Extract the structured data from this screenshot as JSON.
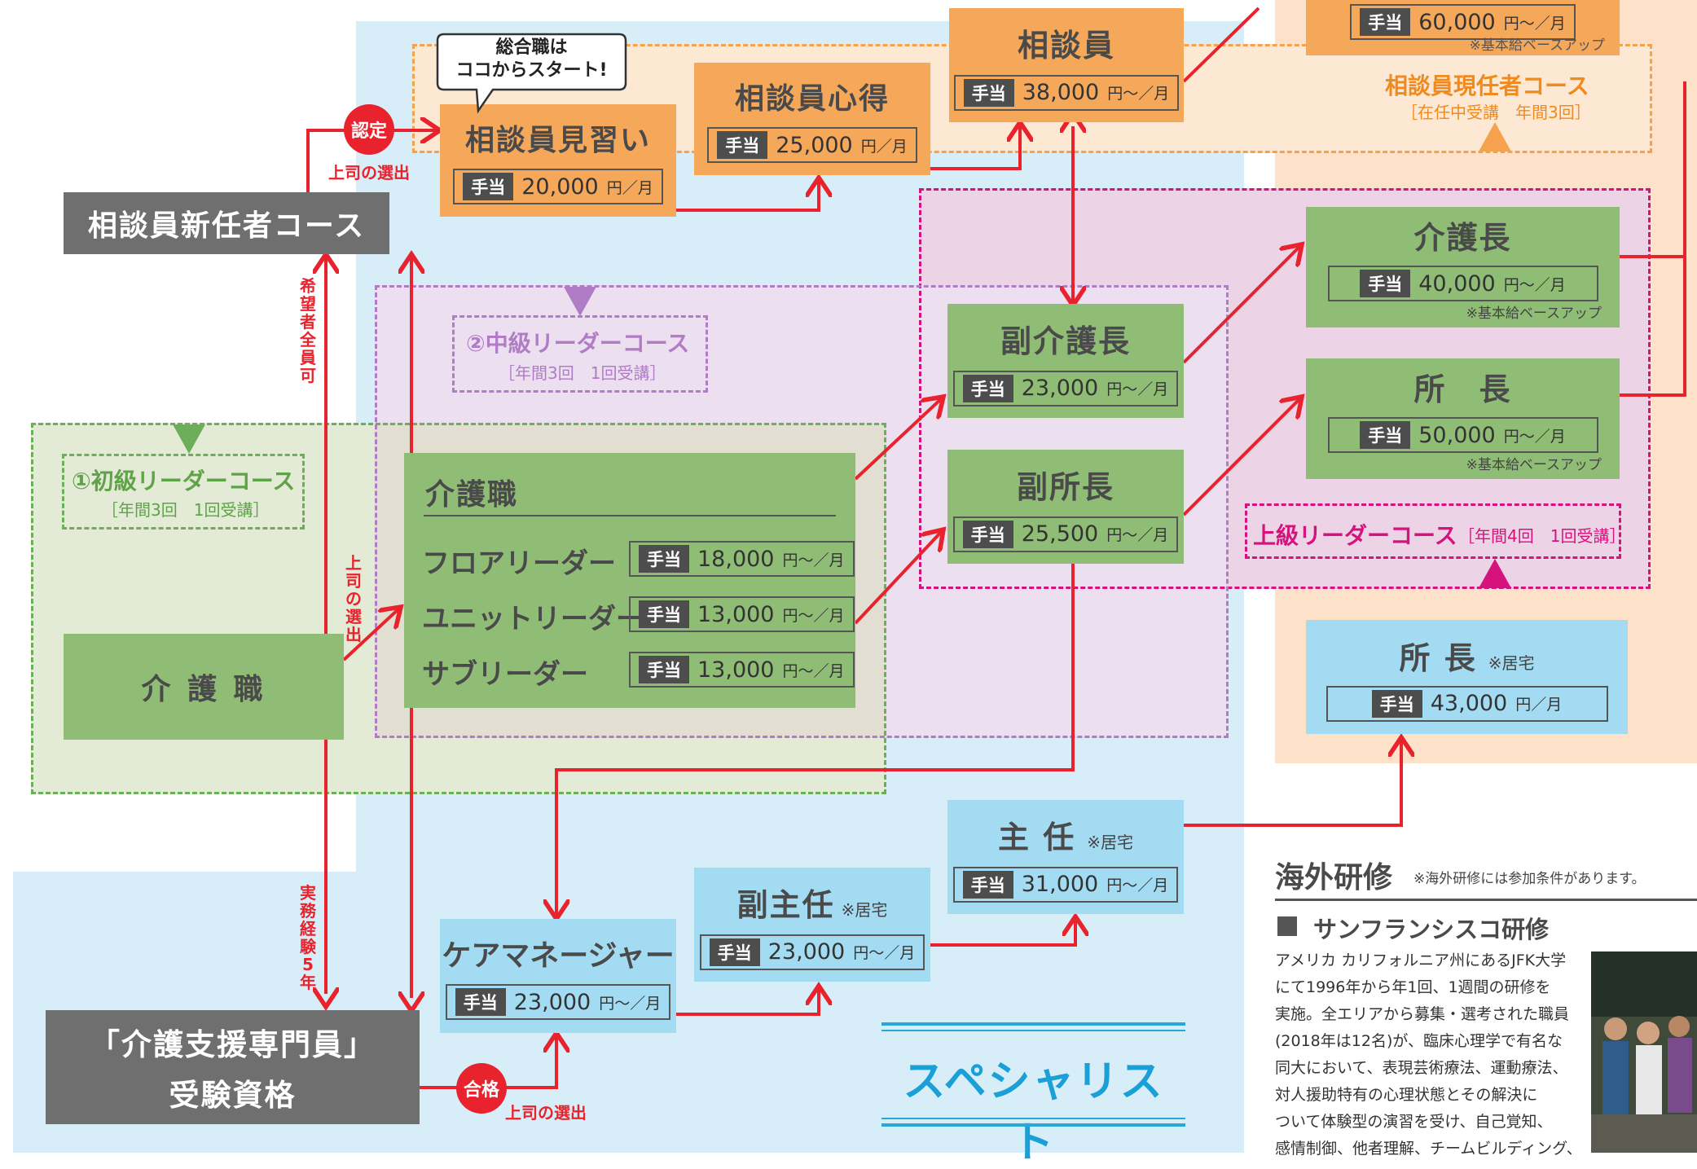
{
  "boxes": {
    "trainee": {
      "title": "相談員見習い",
      "tag": "手当",
      "amount": "20,000",
      "unit": "円／月"
    },
    "apprentice": {
      "title": "相談員心得",
      "tag": "手当",
      "amount": "25,000",
      "unit": "円／月"
    },
    "counselor": {
      "title": "相談員",
      "tag": "手当",
      "amount": "38,000",
      "unit": "円～／月"
    },
    "top": {
      "tag": "手当",
      "amount": "60,000",
      "unit": "円～／月",
      "note": "※基本給ベースアップ"
    },
    "chief": {
      "title": "介護長",
      "tag": "手当",
      "amount": "40,000",
      "unit": "円～／月",
      "note": "※基本給ベースアップ"
    },
    "director": {
      "title": "所　長",
      "tag": "手当",
      "amount": "50,000",
      "unit": "円～／月",
      "note": "※基本給ベースアップ"
    },
    "vice_chief": {
      "title": "副介護長",
      "tag": "手当",
      "amount": "23,000",
      "unit": "円～／月"
    },
    "vice_director": {
      "title": "副所長",
      "tag": "手当",
      "amount": "25,500",
      "unit": "円～／月"
    },
    "home_director": {
      "title": "所 長",
      "title_note": "※居宅",
      "tag": "手当",
      "amount": "43,000",
      "unit": "円／月"
    },
    "care_staff": {
      "title": "介護職",
      "rows": [
        {
          "label": "フロアリーダー",
          "tag": "手当",
          "amount": "18,000",
          "unit": "円～／月"
        },
        {
          "label": "ユニットリーダー",
          "tag": "手当",
          "amount": "13,000",
          "unit": "円～／月"
        },
        {
          "label": "サブリーダー",
          "tag": "手当",
          "amount": "13,000",
          "unit": "円～／月"
        }
      ]
    },
    "care_basic": {
      "title": "介 護 職"
    },
    "new_course": {
      "title": "相談員新任者コース"
    },
    "qualification": {
      "line1": "「介護支援専門員」",
      "line2": "受験資格"
    },
    "supervisor": {
      "title": "主 任",
      "title_note": "※居宅",
      "tag": "手当",
      "amount": "31,000",
      "unit": "円～／月"
    },
    "vice_supervisor": {
      "title": "副主任",
      "title_note": "※居宅",
      "tag": "手当",
      "amount": "23,000",
      "unit": "円～／月"
    },
    "care_manager": {
      "title": "ケアマネージャー",
      "tag": "手当",
      "amount": "23,000",
      "unit": "円～／月"
    }
  },
  "courses": {
    "beginner": {
      "title": "①初級リーダーコース",
      "sub": "［年間3回　1回受講］"
    },
    "middle": {
      "title": "②中級リーダーコース",
      "sub": "［年間3回　1回受講］"
    },
    "senior": {
      "title": "上級リーダーコース",
      "sub": "［年間4回　1回受講］"
    },
    "incumbent": {
      "title": "相談員現任者コース",
      "sub": "［在任中受講　年間3回］"
    }
  },
  "bubble": {
    "line1": "総合職は",
    "line2": "ココからスタート!"
  },
  "labels": {
    "certified": "認定",
    "passed": "合格",
    "boss_selection_1": "上司の選出",
    "boss_selection_2": "上司の選出",
    "boss_selection_vertical": "上司の選出",
    "all_applicants": "希望者全員可",
    "experience": "実務経験5年"
  },
  "specialist": "スペシャリスト",
  "overseas": {
    "heading": "海外研修",
    "heading_note": "※海外研修には参加条件があります。",
    "subheading": "サンフランシスコ研修",
    "body": [
      "アメリカ カリフォルニア州にあるJFK大学",
      "にて1996年から年1回、1週間の研修を",
      "実施。全エリアから募集・選考された職員",
      "(2018年は12名)が、臨床心理学で有名な",
      "同大において、表現芸術療法、運動療法、",
      "対人援助特有の心理状態とその解決に",
      "ついて体験型の演習を受け、自己覚知、",
      "感情制御、他者理解、チームビルディング、"
    ]
  },
  "colors": {
    "orange": "#f5a85a",
    "green": "#8fbd75",
    "blue": "#a3dcf2",
    "gray": "#6f6f6f",
    "red": "#e8232d",
    "purple": "#b07cc6",
    "magenta": "#d6127d"
  }
}
